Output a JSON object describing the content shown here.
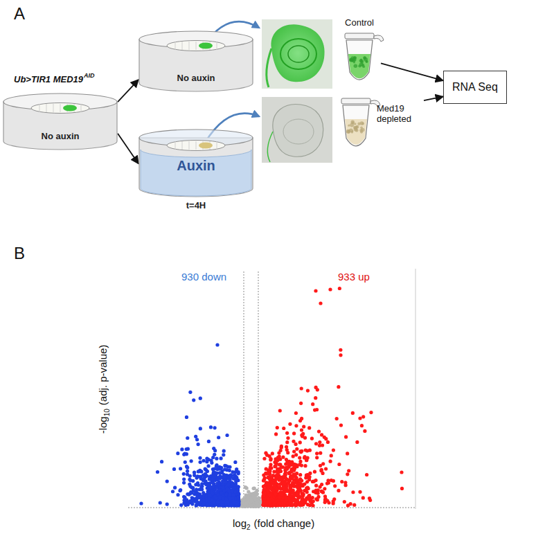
{
  "diagram": {
    "nodes": [
      {
        "text": [
          "Ub>TIR1 MED19",
          "AID",
          "No auxin"
        ]
      },
      {
        "text": [
          "No auxin"
        ]
      },
      {
        "text": [
          "Auxin",
          "t=4H"
        ]
      },
      {
        "text": [
          "Control"
        ]
      },
      {
        "text": [
          "Med19 depleted"
        ]
      },
      {
        "text": [
          "RNA Seq"
        ]
      }
    ],
    "edges": [
      {
        "from": 0,
        "to": 1,
        "arrow": "to"
      },
      {
        "from": 0,
        "to": 2,
        "arrow": "to"
      },
      {
        "from": 3,
        "to": 5,
        "arrow": "to"
      },
      {
        "from": 4,
        "to": 5,
        "arrow": "to"
      }
    ],
    "labels": [
      "A",
      "B",
      "930 down",
      "933 up",
      "-log",
      "10",
      "(adj. p-value)",
      "log",
      "2",
      "(fold change)"
    ]
  }
}
